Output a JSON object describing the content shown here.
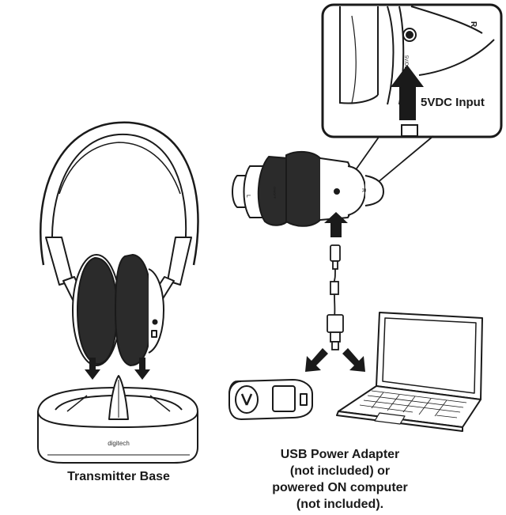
{
  "labels": {
    "transmitter_base": "Transmitter Base",
    "input_callout": "5VDC Input",
    "usb_adapter_lines": [
      "USB Power Adapter",
      "(not included) or",
      "powered ON computer",
      "(not included)."
    ]
  },
  "device_markings": {
    "base_logo": "digitech",
    "ear_left": "L",
    "ear_right": "R",
    "port_label": "5V/DC",
    "volume_label": "ON/OFF"
  }
}
